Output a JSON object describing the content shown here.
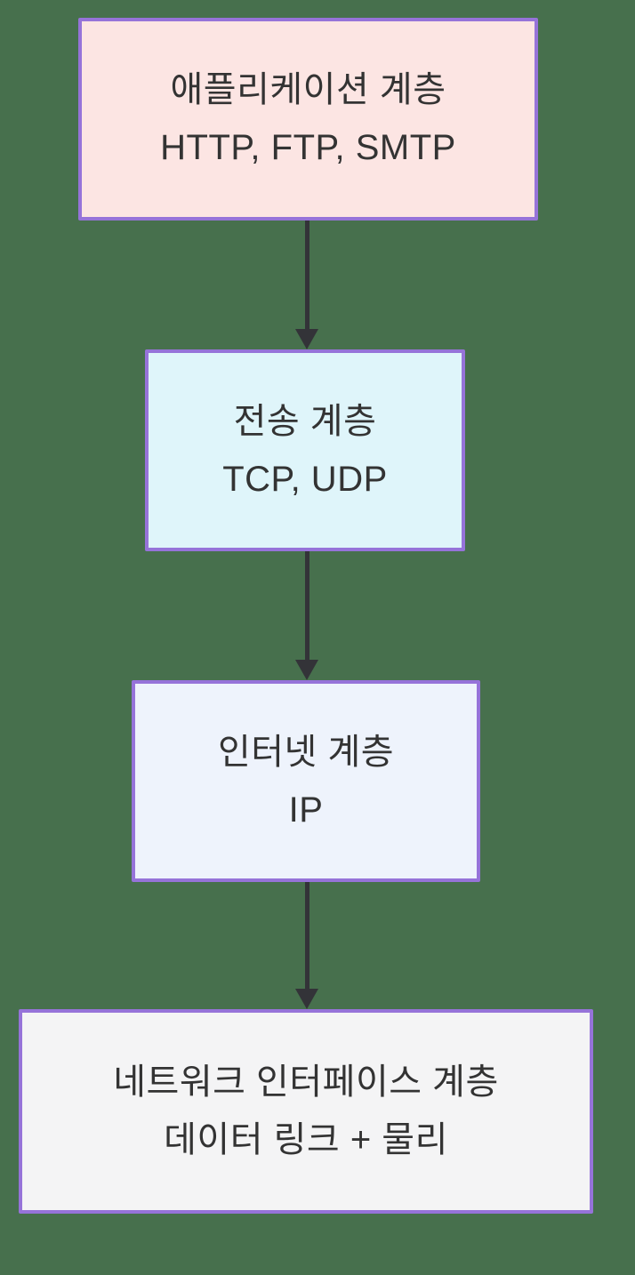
{
  "page": {
    "background_color": "#47704D",
    "border_color": "#9673D9",
    "arrow_color": "#333338",
    "text_color": "#333333"
  },
  "diagram": {
    "type": "flowchart",
    "direction": "top-down",
    "nodes": [
      {
        "id": "application",
        "title": "애플리케이션 계층",
        "subtitle": "HTTP, FTP, SMTP",
        "fill": "#FCE5E3"
      },
      {
        "id": "transport",
        "title": "전송 계층",
        "subtitle": "TCP, UDP",
        "fill": "#DFF5FA"
      },
      {
        "id": "internet",
        "title": "인터넷 계층",
        "subtitle": "IP",
        "fill": "#EEF3FC"
      },
      {
        "id": "network",
        "title": "네트워크 인터페이스 계층",
        "subtitle": "데이터 링크 + 물리",
        "fill": "#F4F4F5"
      }
    ],
    "edges": [
      {
        "from": "application",
        "to": "transport"
      },
      {
        "from": "transport",
        "to": "internet"
      },
      {
        "from": "internet",
        "to": "network"
      }
    ]
  }
}
